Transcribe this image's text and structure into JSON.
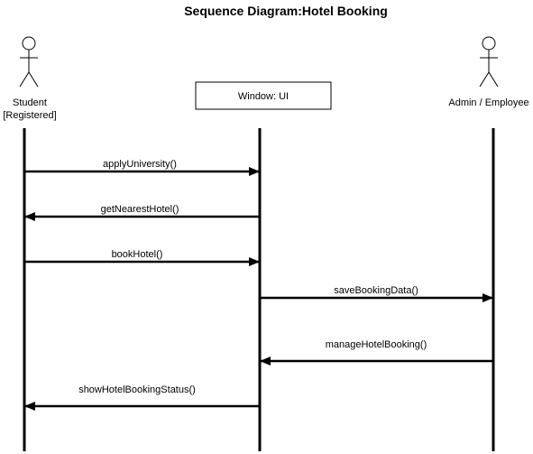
{
  "title": "Sequence Diagram:Hotel Booking",
  "participants": [
    {
      "id": "student",
      "kind": "actor",
      "label_lines": [
        "Student",
        "[Registered]"
      ]
    },
    {
      "id": "ui",
      "kind": "box",
      "label": "Window:  UI"
    },
    {
      "id": "admin",
      "kind": "actor",
      "label_lines": [
        "Admin / Employee"
      ]
    }
  ],
  "messages": [
    {
      "label": "applyUniversity()",
      "from": "student",
      "to": "ui"
    },
    {
      "label": "getNearestHotel()",
      "from": "ui",
      "to": "student"
    },
    {
      "label": "bookHotel()",
      "from": "student",
      "to": "ui"
    },
    {
      "label": "saveBookingData()",
      "from": "ui",
      "to": "admin"
    },
    {
      "label": "manageHotelBooking()",
      "from": "admin",
      "to": "ui"
    },
    {
      "label": "showHotelBookingStatus()",
      "from": "ui",
      "to": "student"
    }
  ]
}
